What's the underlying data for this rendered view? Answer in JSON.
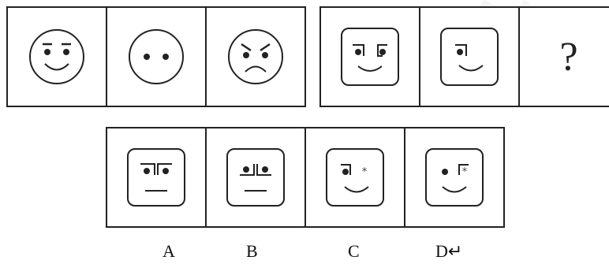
{
  "question_mark": "?",
  "option_labels": [
    "A",
    "B",
    "C",
    "D↵"
  ]
}
